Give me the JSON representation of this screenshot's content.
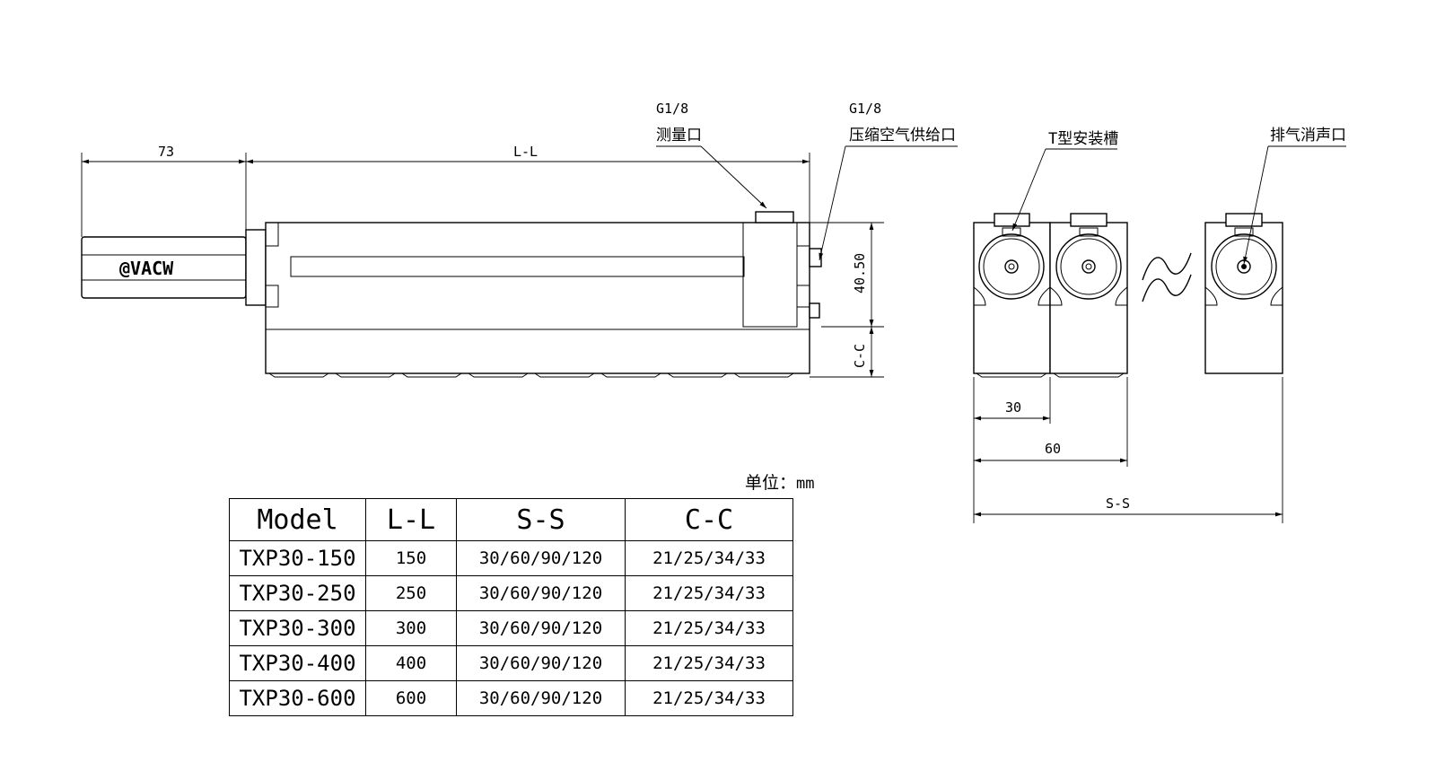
{
  "drawing": {
    "logo_text": "@VACW",
    "dims": {
      "handle_length": "73",
      "body_length": "L-L",
      "height": "40.50",
      "pitch": "C-C",
      "width_single": "30",
      "width_double": "60",
      "span": "S-S"
    },
    "ports": {
      "measure_thread": "G1/8",
      "measure_label": "测量口",
      "supply_thread": "G1/8",
      "supply_label": "压缩空气供给口",
      "slot_label": "T型安装槽",
      "exhaust_label": "排气消声口"
    },
    "break_symbol": "≈",
    "unit_label": "单位：",
    "unit_value": "mm"
  },
  "table": {
    "headers": [
      "Model",
      "L-L",
      "S-S",
      "C-C"
    ],
    "rows": [
      [
        "TXP30-150",
        "150",
        "30/60/90/120",
        "21/25/34/33"
      ],
      [
        "TXP30-250",
        "250",
        "30/60/90/120",
        "21/25/34/33"
      ],
      [
        "TXP30-300",
        "300",
        "30/60/90/120",
        "21/25/34/33"
      ],
      [
        "TXP30-400",
        "400",
        "30/60/90/120",
        "21/25/34/33"
      ],
      [
        "TXP30-600",
        "600",
        "30/60/90/120",
        "21/25/34/33"
      ]
    ]
  }
}
